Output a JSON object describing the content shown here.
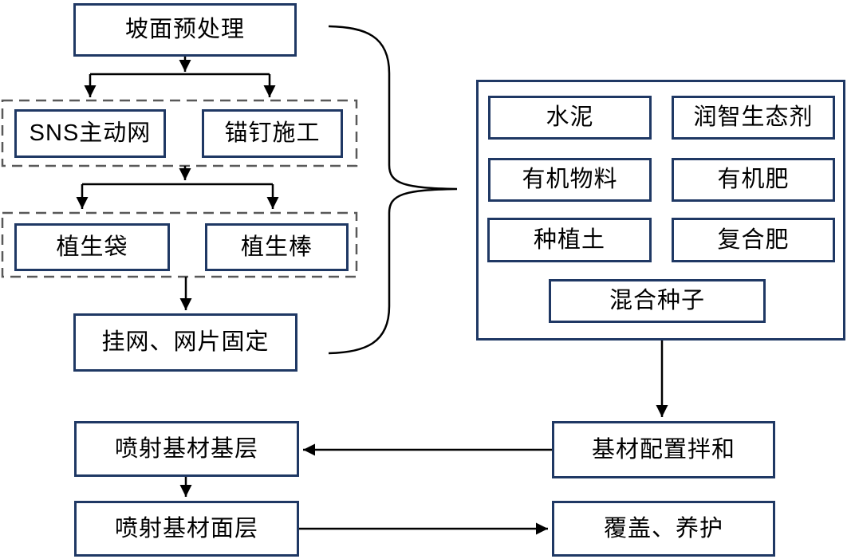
{
  "diagram": {
    "type": "flowchart",
    "language": "zh-CN",
    "nodes": {
      "slope_pretreatment": "坡面预处理",
      "sns_active_net": "SNS主动网",
      "anchor_bolt_construction": "锚钉施工",
      "vegetation_bag": "植生袋",
      "vegetation_rod": "植生棒",
      "hang_net_fixing": "挂网、网片固定",
      "materials": {
        "cement": "水泥",
        "runzhi_eco_agent": "润智生态剂",
        "organic_material": "有机物料",
        "organic_fertilizer": "有机肥",
        "planting_soil": "种植土",
        "compound_fertilizer": "复合肥",
        "mixed_seeds": "混合种子"
      },
      "substrate_mixing": "基材配置拌和",
      "spray_base_layer": "喷射基材基层",
      "spray_surface_layer": "喷射基材面层",
      "cover_maintenance": "覆盖、养护"
    },
    "colors": {
      "box_border": "#1f3864",
      "dashed_group_border": "#595959",
      "connector": "#000000",
      "text": "#000000",
      "background": "#ffffff"
    },
    "icons": {
      "curly_brace": "right-curly-brace-grouping-left-flow-to-materials-box"
    }
  }
}
